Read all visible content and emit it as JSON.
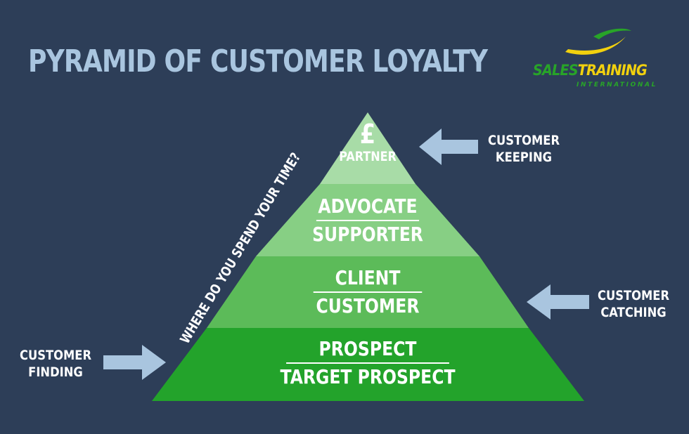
{
  "title": "PYRAMID OF CUSTOMER LOYALTY",
  "logo": {
    "main_a": "SALES",
    "main_b": "TRAINING",
    "sub": "INTERNATIONAL",
    "colors": {
      "green": "#28a428",
      "yellow": "#f2d10e"
    }
  },
  "pyramid": {
    "apex": {
      "symbol": "£",
      "label": "PARTNER"
    },
    "tiers": [
      {
        "top": "ADVOCATE",
        "bottom": "SUPPORTER"
      },
      {
        "top": "CLIENT",
        "bottom": "CUSTOMER"
      },
      {
        "top": "PROSPECT",
        "bottom": "TARGET PROSPECT"
      }
    ],
    "colors": [
      "#a8dca7",
      "#87cf84",
      "#5cbb59",
      "#23a32b"
    ]
  },
  "side_text": "WHERE DO YOU SPEND YOUR TIME?",
  "arrows": {
    "keeping": {
      "line1": "CUSTOMER",
      "line2": "KEEPING"
    },
    "catching": {
      "line1": "CUSTOMER",
      "line2": "CATCHING"
    },
    "finding": {
      "line1": "CUSTOMER",
      "line2": "FINDING"
    },
    "color": "#a9c5df"
  }
}
